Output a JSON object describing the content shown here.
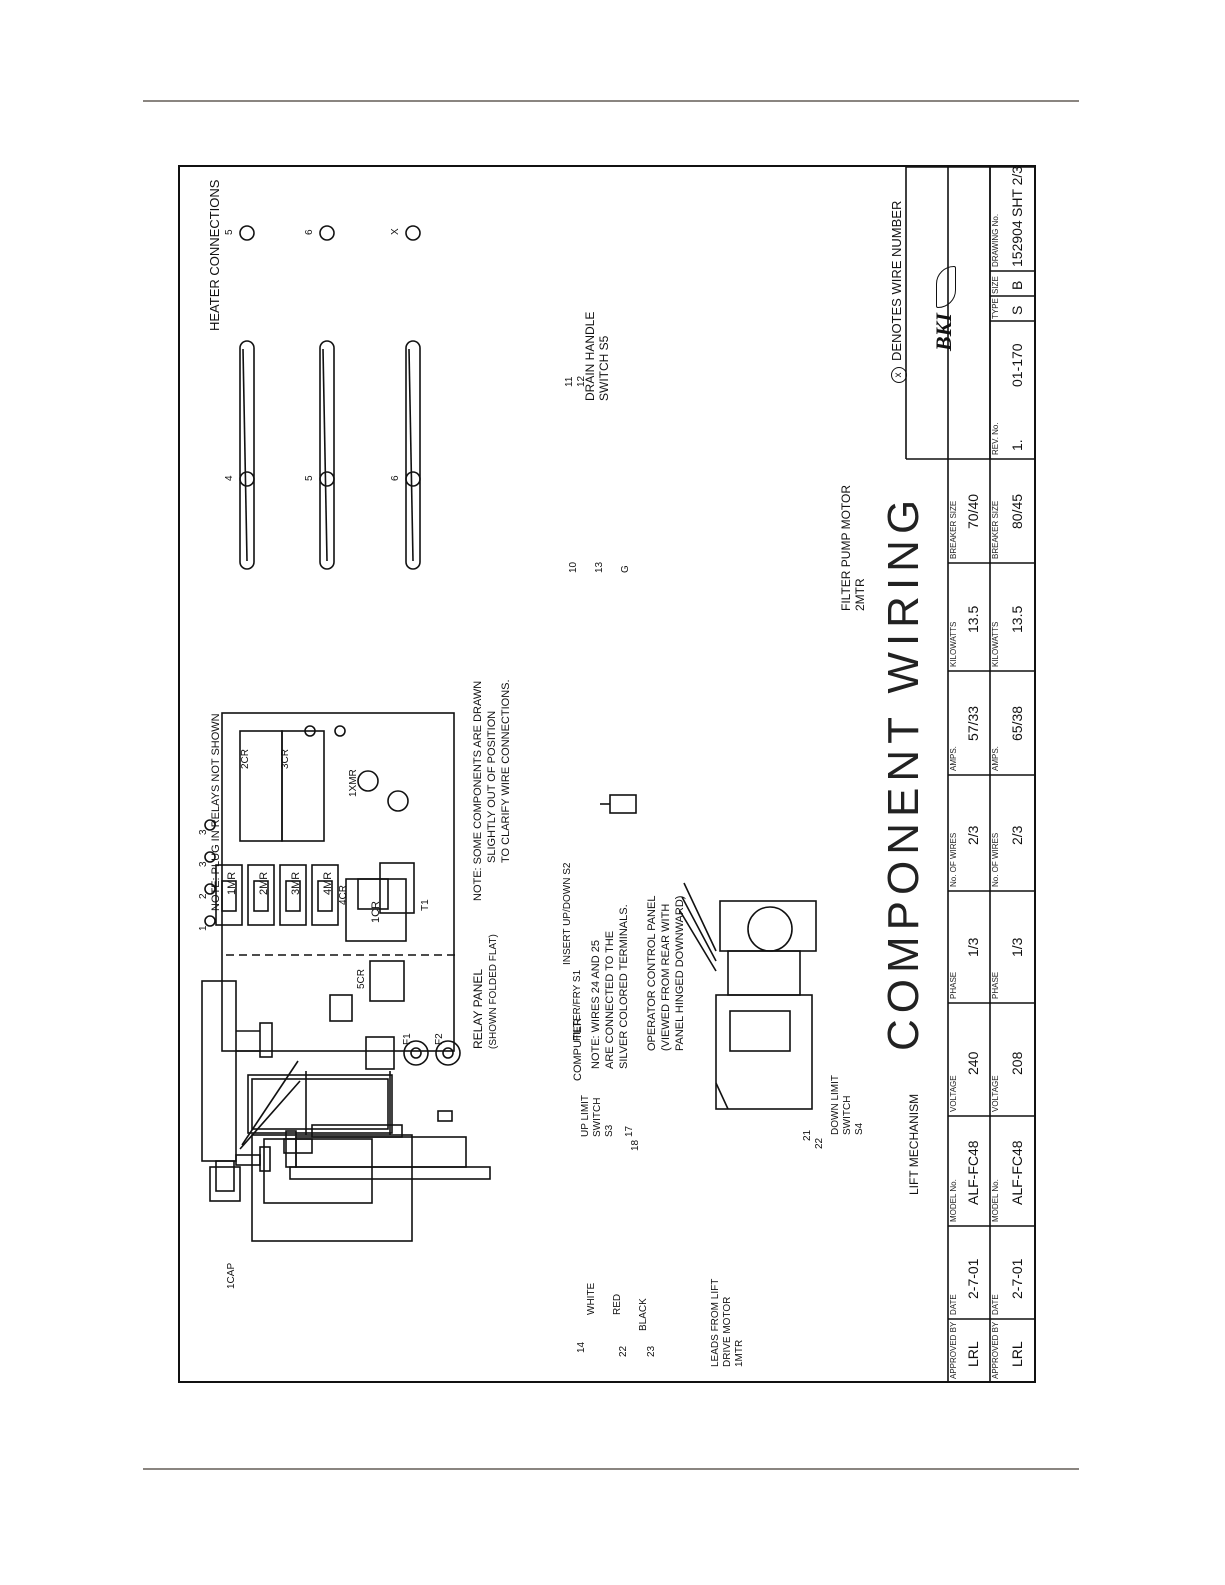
{
  "drawing": {
    "title": "COMPONENT WIRING",
    "labels": {
      "heater_connections": "HEATER CONNECTIONS",
      "plug_in_relays_note": "NOTE: PLUG IN RELAYS NOT SHOWN",
      "relay_panel": "RELAY PANEL",
      "relay_panel_sub": "(SHOWN FOLDED FLAT)",
      "components_note_1": "NOTE: SOME COMPONENTS ARE DRAWN",
      "components_note_2": "SLIGHTLY OUT OF POSITION",
      "components_note_3": "TO CLARIFY WIRE CONNECTIONS.",
      "wires_note_1": "NOTE: WIRES 24 AND 25",
      "wires_note_2": "ARE CONNECTED TO THE",
      "wires_note_3": "SILVER COLORED TERMINALS.",
      "operator_panel_1": "OPERATOR CONTROL PANEL",
      "operator_panel_2": "(VIEWED FROM REAR WITH",
      "operator_panel_3": "PANEL HINGED DOWNWARD)",
      "computer": "COMPUTER",
      "drain_handle_1": "DRAIN HANDLE",
      "drain_handle_2": "SWITCH S5",
      "filter_pump_1": "FILTER PUMP MOTOR",
      "filter_pump_2": "2MTR",
      "wire_number_legend": "DENOTES WIRE NUMBER",
      "lift_mechanism": "LIFT MECHANISM",
      "up_limit_1": "UP LIMIT",
      "up_limit_2": "SWITCH",
      "up_limit_3": "S3",
      "down_limit_1": "DOWN LIMIT",
      "down_limit_2": "SWITCH",
      "down_limit_3": "S4",
      "leads_1": "LEADS FROM LIFT",
      "leads_2": "DRIVE MOTOR",
      "leads_3": "1MTR",
      "white": "WHITE",
      "red": "RED",
      "black": "BLACK",
      "cap": "1CAP",
      "mr1": "1MR",
      "mr2": "2MR",
      "mr3": "3MR",
      "mr4": "4MR",
      "cr1": "1CR",
      "cr2": "2CR",
      "cr3": "3CR",
      "cr4": "4CR",
      "cr5": "5CR",
      "xmr": "1XMR",
      "t1": "T1",
      "f1": "F1",
      "f2": "F2",
      "insert_switch": "INSERT UP/DOWN S2",
      "filter_switch": "FILTER/FRY S1"
    },
    "wire_numbers": {
      "heater": [
        "5",
        "4",
        "6",
        "5",
        "X",
        "6"
      ],
      "drain": [
        "11",
        "12"
      ],
      "pump": [
        "10",
        "13",
        "G"
      ],
      "lift": [
        "17",
        "18",
        "21",
        "22",
        "14",
        "22",
        "23"
      ],
      "contactors": [
        "1",
        "2",
        "3",
        "3"
      ]
    }
  },
  "title_block": {
    "headers": [
      "APPROVED BY",
      "DATE",
      "MODEL No.",
      "VOLTAGE",
      "PHASE",
      "No. OF WIRES",
      "AMPS.",
      "KILOWATTS",
      "BREAKER SIZE"
    ],
    "row1": [
      "LRL",
      "2-7-01",
      "ALF-FC48",
      "240",
      "1/3",
      "2/3",
      "57/33",
      "13.5",
      "70/40"
    ],
    "row2": [
      "LRL",
      "2-7-01",
      "ALF-FC48",
      "208",
      "1/3",
      "2/3",
      "65/38",
      "13.5",
      "80/45"
    ],
    "logo_text": "BKI",
    "rev_header": "REV. No.",
    "rev_value": "1.",
    "doc_value": "01-170",
    "type_header": "TYPE",
    "size_header": "SIZE",
    "drawing_no_header": "DRAWING No.",
    "type_value": "S",
    "size_value": "B",
    "drawing_no_value": "152904",
    "sheet_value": "SHT 2/3"
  }
}
